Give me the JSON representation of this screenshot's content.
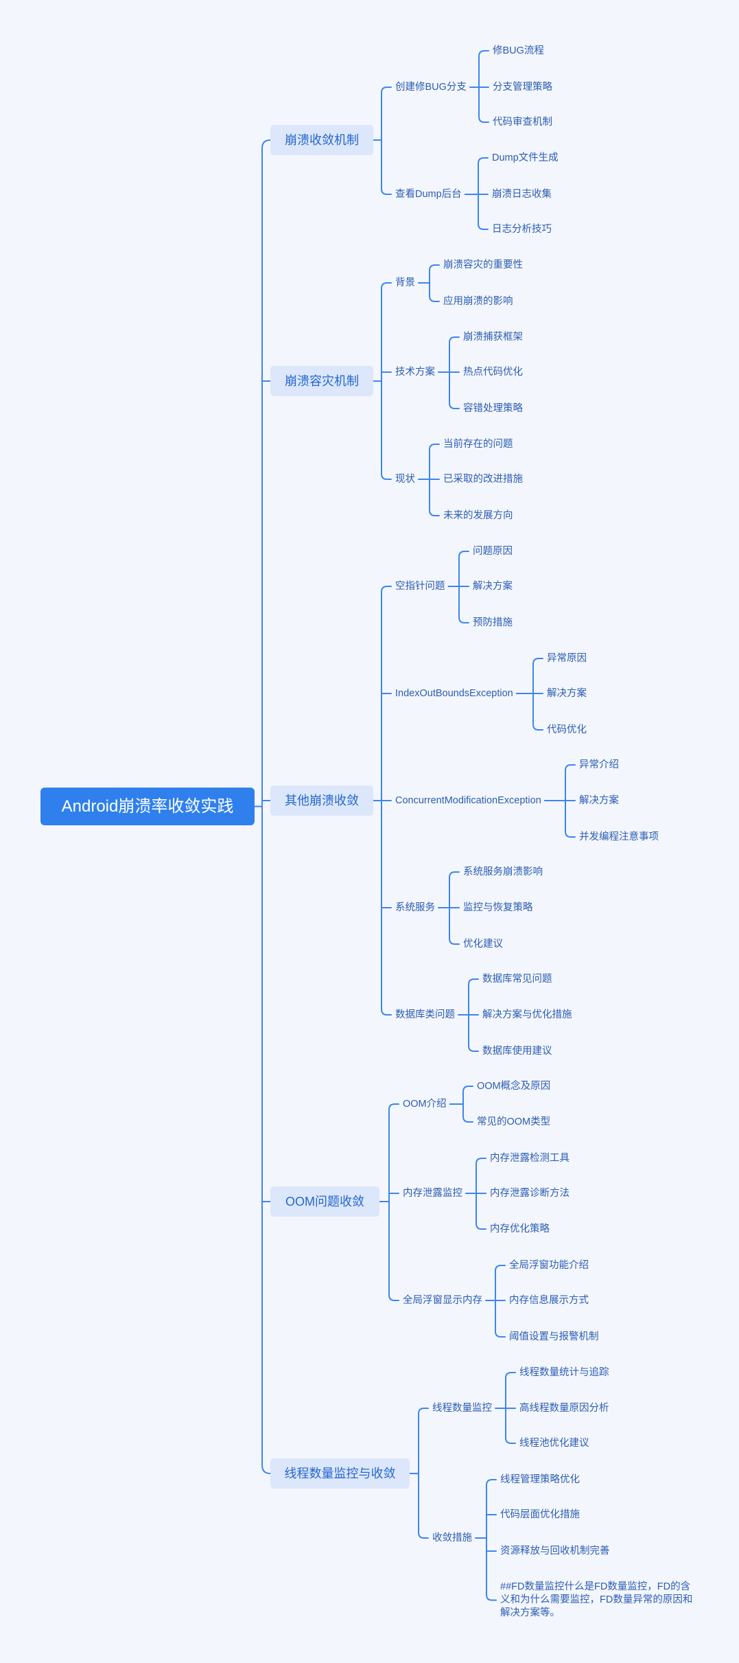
{
  "mindmap": {
    "root": "Android崩溃率收敛实践",
    "branches": [
      {
        "label": "崩溃收敛机制",
        "children": [
          {
            "label": "创建修BUG分支",
            "children": [
              "修BUG流程",
              "分支管理策略",
              "代码审查机制"
            ]
          },
          {
            "label": "查看Dump后台",
            "children": [
              "Dump文件生成",
              "崩溃日志收集",
              "日志分析技巧"
            ]
          }
        ]
      },
      {
        "label": "崩溃容灾机制",
        "children": [
          {
            "label": "背景",
            "children": [
              "崩溃容灾的重要性",
              "应用崩溃的影响"
            ]
          },
          {
            "label": "技术方案",
            "children": [
              "崩溃捕获框架",
              "热点代码优化",
              "容错处理策略"
            ]
          },
          {
            "label": "现状",
            "children": [
              "当前存在的问题",
              "已采取的改进措施",
              "未来的发展方向"
            ]
          }
        ]
      },
      {
        "label": "其他崩溃收敛",
        "children": [
          {
            "label": "空指针问题",
            "children": [
              "问题原因",
              "解决方案",
              "预防措施"
            ]
          },
          {
            "label": "IndexOutBoundsException",
            "children": [
              "异常原因",
              "解决方案",
              "代码优化"
            ]
          },
          {
            "label": "ConcurrentModificationException",
            "children": [
              "异常介绍",
              "解决方案",
              "并发编程注意事项"
            ]
          },
          {
            "label": "系统服务",
            "children": [
              "系统服务崩溃影响",
              "监控与恢复策略",
              "优化建议"
            ]
          },
          {
            "label": "数据库类问题",
            "children": [
              "数据库常见问题",
              "解决方案与优化措施",
              "数据库使用建议"
            ]
          }
        ]
      },
      {
        "label": "OOM问题收敛",
        "children": [
          {
            "label": "OOM介绍",
            "children": [
              "OOM概念及原因",
              "常见的OOM类型"
            ]
          },
          {
            "label": "内存泄露监控",
            "children": [
              "内存泄露检测工具",
              "内存泄露诊断方法",
              "内存优化策略"
            ]
          },
          {
            "label": "全局浮窗显示内存",
            "children": [
              "全局浮窗功能介绍",
              "内存信息展示方式",
              "阈值设置与报警机制"
            ]
          }
        ]
      },
      {
        "label": "线程数量监控与收敛",
        "children": [
          {
            "label": "线程数量监控",
            "children": [
              "线程数量统计与追踪",
              "高线程数量原因分析",
              "线程池优化建议"
            ]
          },
          {
            "label": "收敛措施",
            "children": [
              "线程管理策略优化",
              "代码层面优化措施",
              "资源释放与回收机制完善",
              "##FD数量监控什么是FD数量监控，FD的含义和为什么需要监控，FD数量异常的原因和解决方案等。"
            ]
          }
        ]
      }
    ]
  },
  "colors": {
    "background": "#f4f6fd",
    "line": "#3b86ef",
    "root_fill": "#2f80ed",
    "root_text": "#ffffff",
    "branch_fill": "#dce7fb",
    "branch_text": "#2566cf",
    "node_text": "#2a5db3"
  }
}
